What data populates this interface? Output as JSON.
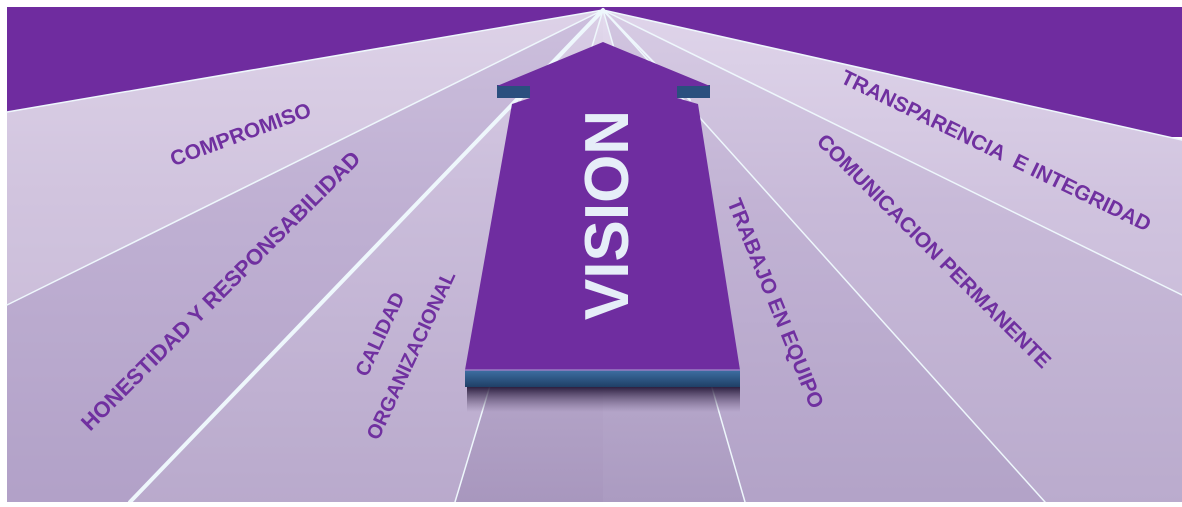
{
  "diagram": {
    "center_label": "VISION",
    "values": [
      "COMPROMISO",
      "HONESTIDAD Y RESPONSABILIDAD",
      "CALIDAD",
      "ORGANIZACIONAL",
      "TRABAJO EN EQUIPO",
      "COMUNICACION PERMANENTE",
      "TRANSPARENCIA  E INTEGRIDAD"
    ]
  },
  "colors": {
    "purple": "#6f2c9f",
    "arrow": "#6f2da0",
    "arrow_edge": "#2e5a8a",
    "ray_light": "#dcd2e6",
    "ray_mid": "#b7a7cc",
    "ray_dark": "#a897be",
    "line": "#e8f4fb",
    "center_text": "#e6eef8"
  }
}
